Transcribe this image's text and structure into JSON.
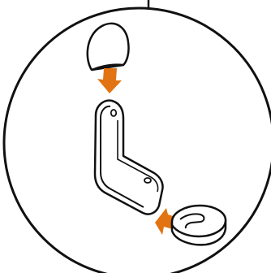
{
  "diagram": {
    "colors": {
      "outline": "#111111",
      "fill": "#ffffff",
      "arrow": "#e27312",
      "background": "#ffffff"
    },
    "parts": {
      "cap": "dome-cap-part",
      "bracket": "l-bracket-part",
      "foot": "slotted-foot-part"
    },
    "arrows": {
      "insert_cap": "down-arrow-icon",
      "insert_foot": "up-left-arrow-icon"
    }
  }
}
